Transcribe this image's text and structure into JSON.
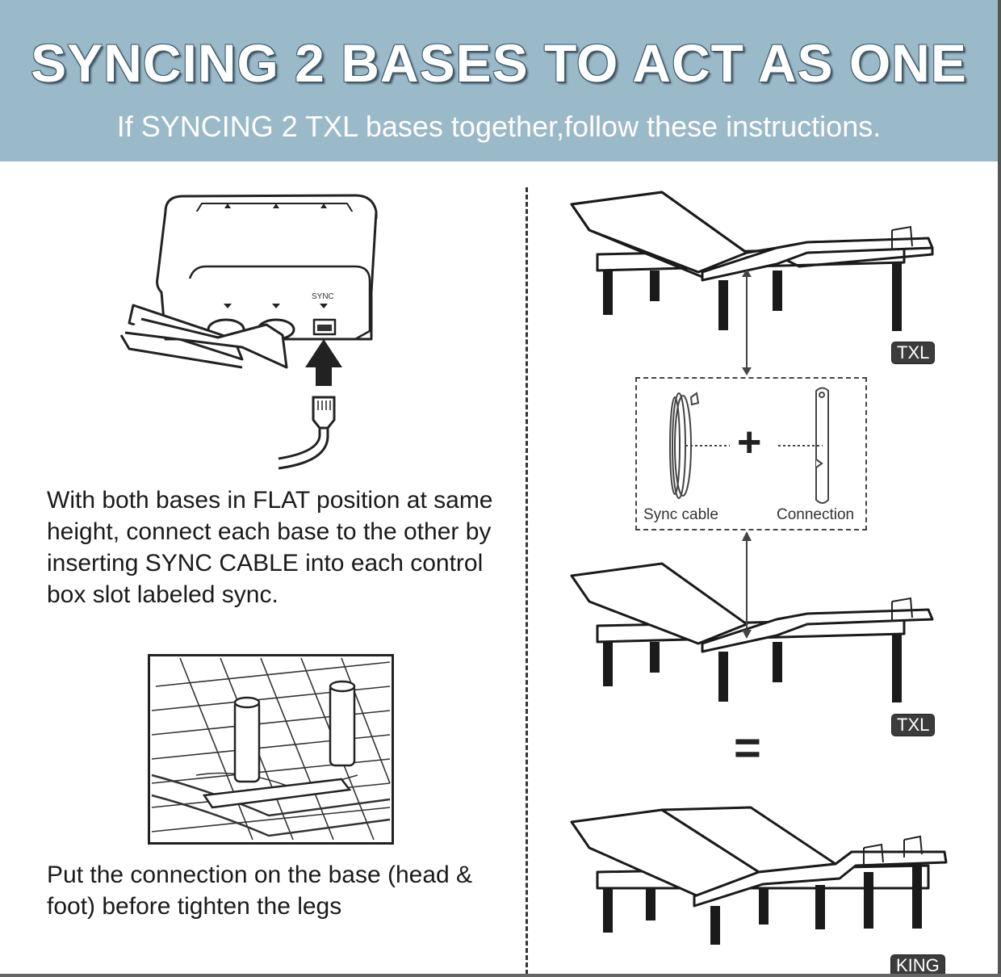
{
  "header": {
    "title": "SYNCING 2 BASES TO ACT AS ONE",
    "subtitle": "If SYNCING 2 TXL bases together,follow these instructions."
  },
  "left": {
    "control_box_port_label": "SYNC",
    "instruction_1": "With both bases in FLAT position at same height, connect each base to the other by inserting SYNC CABLE into each control box slot labeled sync.",
    "instruction_2": "Put the connection on the base (head & foot) before tighten the legs"
  },
  "right": {
    "bed_top_tag": "TXL",
    "bed_middle_tag": "TXL",
    "bed_bottom_tag": "KING",
    "kit": {
      "cable_label": "Sync cable",
      "connection_label": "Connection",
      "plus": "+",
      "equals": "="
    }
  },
  "colors": {
    "header_bg": "#9ab9c9",
    "title_outline": "#3e5a6b",
    "tag_bg": "#3c3c3c"
  }
}
